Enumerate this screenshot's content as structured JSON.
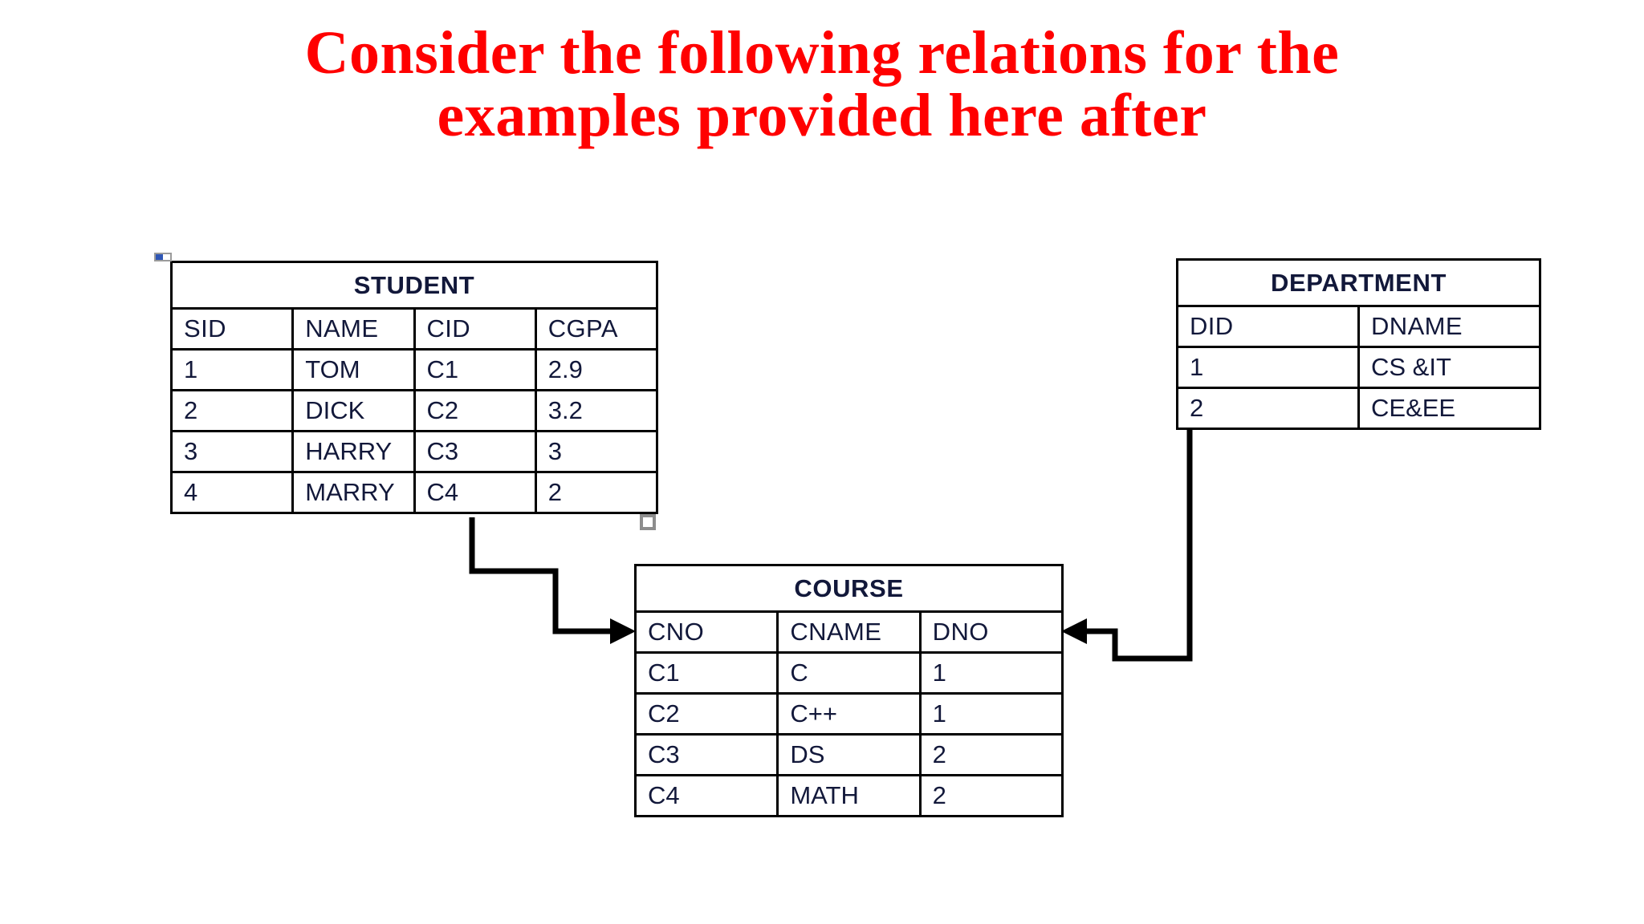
{
  "slide": {
    "title": "Consider the following relations for the\nexamples provided here after",
    "title_color": "#FF0000",
    "background": "#FFFFFF"
  },
  "tables": {
    "student": {
      "name": "STUDENT",
      "columns": [
        "SID",
        "NAME",
        "CID",
        "CGPA"
      ],
      "rows": [
        [
          "1",
          "TOM",
          "C1",
          "2.9"
        ],
        [
          "2",
          "DICK",
          "C2",
          "3.2"
        ],
        [
          "3",
          "HARRY",
          "C3",
          "3"
        ],
        [
          "4",
          "MARRY",
          "C4",
          "2"
        ]
      ]
    },
    "department": {
      "name": "DEPARTMENT",
      "columns": [
        "DID",
        "DNAME"
      ],
      "rows": [
        [
          "1",
          "CS &IT"
        ],
        [
          "2",
          "CE&EE"
        ]
      ]
    },
    "course": {
      "name": "COURSE",
      "columns": [
        "CNO",
        "CNAME",
        "DNO"
      ],
      "rows": [
        [
          "C1",
          "C",
          "1"
        ],
        [
          "C2",
          "C++",
          "1"
        ],
        [
          "C3",
          "DS",
          "2"
        ],
        [
          "C4",
          "MATH",
          "2"
        ]
      ]
    }
  },
  "connectors": [
    {
      "name": "student-cid-to-course-cno",
      "from": "STUDENT.CID",
      "to": "COURSE.CNO",
      "color": "#000000"
    },
    {
      "name": "department-did-to-course-dno",
      "from": "DEPARTMENT.DID",
      "to": "COURSE.DNO",
      "color": "#000000"
    }
  ],
  "handles": [
    {
      "name": "top-left-selection-handle"
    },
    {
      "name": "bottom-right-selection-handle"
    }
  ]
}
